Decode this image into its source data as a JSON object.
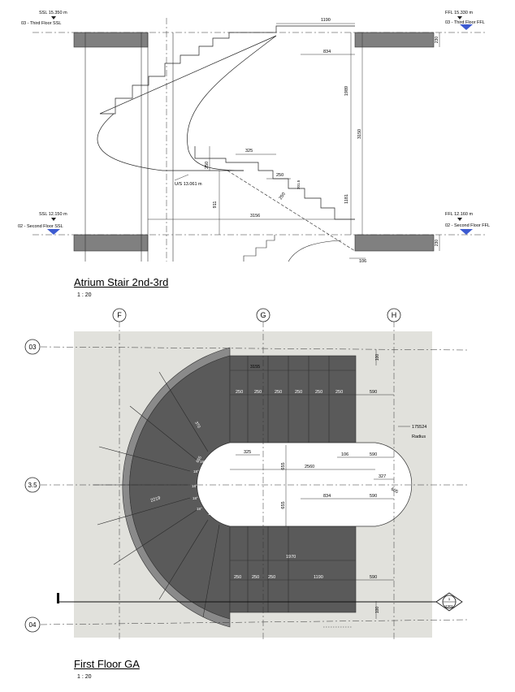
{
  "section": {
    "title": "Atrium Stair 2nd-3rd",
    "scale": "1 : 20",
    "levels": {
      "top_left": {
        "value": "SSL 15.350 m",
        "name": "03 - Third Floor SSL"
      },
      "top_right": {
        "value": "FFL 15.330 m",
        "name": "03 - Third Floor FFL"
      },
      "bottom_left": {
        "value": "SSL 12.150 m",
        "name": "02 - Second Floor SSL"
      },
      "bottom_right": {
        "value": "FFL 12.160 m",
        "name": "02 - Second Floor FFL"
      }
    },
    "underside_label": "U/S 13.061 m",
    "dims": {
      "d1190": "1190",
      "d834": "834",
      "d1989": "1989",
      "d3150": "3150",
      "d325": "325",
      "d250a": "250",
      "d250b": "250",
      "d250c": "250",
      "d201": "201.5",
      "d1181": "1181",
      "d911": "911",
      "d3156": "3156",
      "d106": "106",
      "d230a": "230",
      "d230b": "230"
    }
  },
  "plan": {
    "title": "First Floor GA",
    "scale": "1 : 20",
    "grids": {
      "F": "F",
      "G": "G",
      "H": "H",
      "g03": "03",
      "g35": "3.5",
      "g04": "04"
    },
    "dims": {
      "d3155": "3155",
      "top_treads": [
        "250",
        "250",
        "250",
        "250",
        "250",
        "250"
      ],
      "d590a": "590",
      "d590b": "590",
      "d590c": "590",
      "d590d": "590",
      "d325": "325",
      "d655a": "655",
      "d655b": "655",
      "d106": "106",
      "d2560": "2560",
      "d327": "327",
      "d834": "834",
      "d1970": "1970",
      "bottom_treads": [
        "250",
        "250",
        "250"
      ],
      "d1190": "1190",
      "d100top": "100",
      "d100bot": "100",
      "radius_val": "175524",
      "radius_word": "Radius",
      "r2219": "2219",
      "r605": "605",
      "r655": "655",
      "r370": "370"
    },
    "angles": [
      "19°",
      "18°",
      "18°",
      "18°",
      "18°",
      "18°",
      "18°"
    ],
    "section_marker": {
      "num": "1",
      "sheet": "2301"
    }
  }
}
